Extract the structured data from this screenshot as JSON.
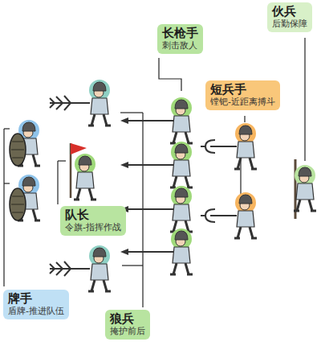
{
  "diagram": {
    "nodes": [
      {
        "text": [
          "伙兵",
          "后勤保障"
        ]
      },
      {
        "text": [
          "长枪手",
          "刺击敌人"
        ]
      },
      {
        "text": [
          "短兵手",
          "镗钯-近距离搏斗"
        ]
      },
      {
        "text": [
          "队长",
          "令旗-指挥作战"
        ]
      },
      {
        "text": [
          "牌手",
          "盾牌-推进队伍"
        ]
      },
      {
        "text": [
          "狼兵",
          "掩护前后"
        ]
      }
    ]
  }
}
